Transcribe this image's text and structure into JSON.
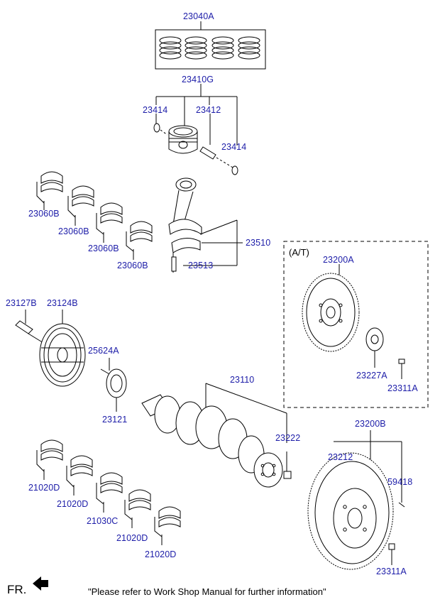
{
  "labels": {
    "p23040A": "23040A",
    "p23410G": "23410G",
    "p23414a": "23414",
    "p23412": "23412",
    "p23414b": "23414",
    "p23060B_1": "23060B",
    "p23060B_2": "23060B",
    "p23060B_3": "23060B",
    "p23060B_4": "23060B",
    "p23510": "23510",
    "p23513": "23513",
    "at": "(A/T)",
    "p23200A": "23200A",
    "p23227A": "23227A",
    "p23311A_1": "23311A",
    "p23127B": "23127B",
    "p23124B": "23124B",
    "p25624A": "25624A",
    "p23121": "23121",
    "p23110": "23110",
    "p23222": "23222",
    "p23200B": "23200B",
    "p23212": "23212",
    "p59418": "59418",
    "p23311A_2": "23311A",
    "p21020D_1": "21020D",
    "p21020D_2": "21020D",
    "p21030C": "21030C",
    "p21020D_3": "21020D",
    "p21020D_4": "21020D"
  },
  "footer": {
    "fr_label": "FR.",
    "note": "\"Please refer to Work Shop Manual for further information\""
  },
  "icons": {
    "direction_arrow": "front-direction-arrow-icon"
  }
}
